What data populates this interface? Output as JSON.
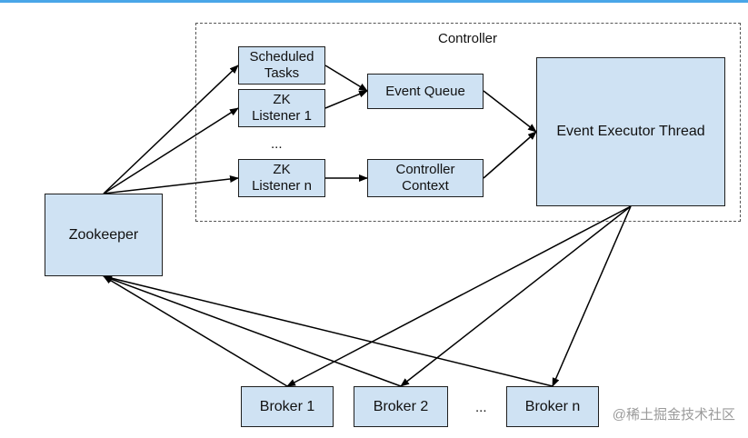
{
  "controller_label": "Controller",
  "nodes": {
    "scheduled_tasks": "Scheduled\nTasks",
    "zk_listener_1": "ZK\nListener 1",
    "zk_listener_n": "ZK\nListener n",
    "event_queue": "Event Queue",
    "controller_context": "Controller\nContext",
    "event_executor_thread": "Event Executor Thread",
    "zookeeper": "Zookeeper",
    "broker_1": "Broker 1",
    "broker_2": "Broker 2",
    "broker_n": "Broker n"
  },
  "ellipsis_listeners": "...",
  "ellipsis_brokers": "...",
  "watermark": "@稀土掘金技术社区",
  "colors": {
    "box_fill": "#cfe2f3",
    "box_border": "#1f1f1f",
    "arrow": "#000000",
    "top_stripe": "#49a6e8"
  },
  "edges": [
    {
      "from": "zookeeper",
      "to": "scheduled_tasks"
    },
    {
      "from": "zookeeper",
      "to": "zk_listener_1"
    },
    {
      "from": "zookeeper",
      "to": "zk_listener_n"
    },
    {
      "from": "scheduled_tasks",
      "to": "event_queue"
    },
    {
      "from": "zk_listener_1",
      "to": "event_queue"
    },
    {
      "from": "zk_listener_n",
      "to": "controller_context"
    },
    {
      "from": "event_queue",
      "to": "event_executor_thread"
    },
    {
      "from": "controller_context",
      "to": "event_executor_thread"
    },
    {
      "from": "event_executor_thread",
      "to": "broker_1"
    },
    {
      "from": "event_executor_thread",
      "to": "broker_2"
    },
    {
      "from": "event_executor_thread",
      "to": "broker_n"
    },
    {
      "from": "broker_1",
      "to": "zookeeper"
    },
    {
      "from": "broker_2",
      "to": "zookeeper"
    },
    {
      "from": "broker_n",
      "to": "zookeeper"
    }
  ]
}
